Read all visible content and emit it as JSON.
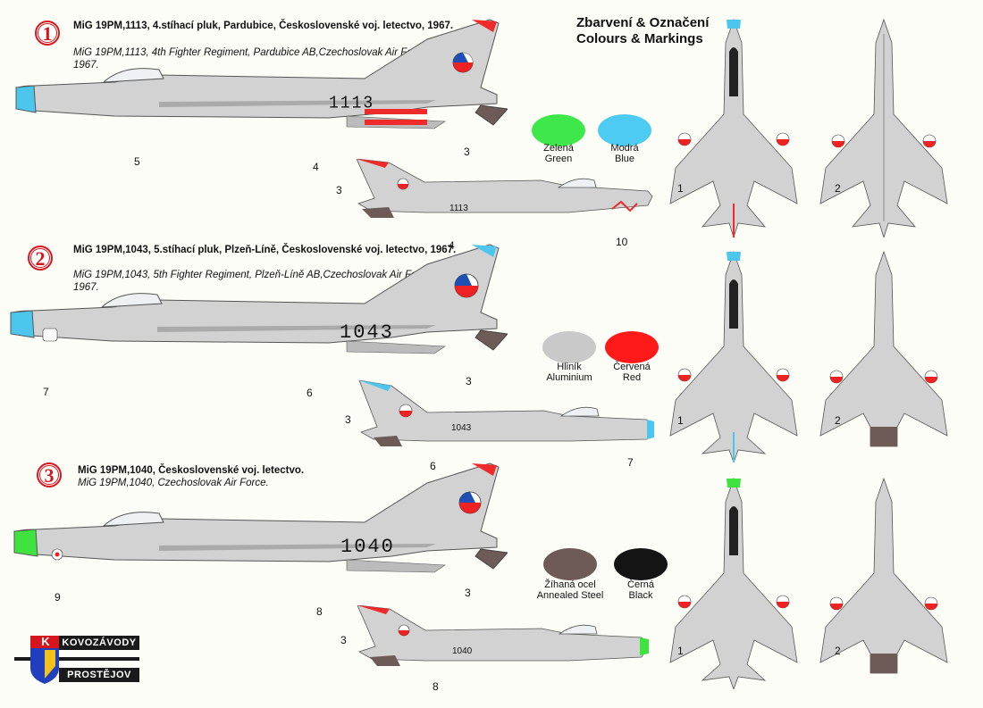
{
  "variants": [
    {
      "badge": "1",
      "title_cz": "MiG 19PM,1113, 4.stíhací pluk, Pardubice, Československé voj. letectvo, 1967.",
      "title_en": "MiG 19PM,1113, 4th Fighter Regiment, Pardubice AB,Czechoslovak Air Force, 1967.",
      "serial": "1113",
      "nose_color": "#4dc6ee",
      "tail_color": "#ef2a2a",
      "side_callouts": [
        "5",
        "4",
        "3"
      ],
      "small_callouts": [
        "3",
        "4",
        "10"
      ],
      "plan_callouts": [
        "1",
        "2"
      ]
    },
    {
      "badge": "2",
      "title_cz": "MiG 19PM,1043, 5.stíhací pluk, Plzeň-Líně, Československé voj. letectvo, 1967.",
      "title_en": "MiG 19PM,1043, 5th Fighter Regiment, Plzeň-Líně AB,Czechoslovak Air Force, 1967.",
      "serial": "1043",
      "nose_color": "#4dc6ee",
      "tail_color": "#4dc6ee",
      "side_callouts": [
        "7",
        "6",
        "3"
      ],
      "small_callouts": [
        "3",
        "6",
        "7"
      ],
      "plan_callouts": [
        "1",
        "2"
      ]
    },
    {
      "badge": "3",
      "title_cz": "MiG 19PM,1040, Československé voj. letectvo.",
      "title_en": "MiG 19PM,1040, Czechoslovak Air Force.",
      "serial": "1040",
      "nose_color": "#3fe23f",
      "tail_color": "#ef2a2a",
      "side_callouts": [
        "9",
        "8",
        "3"
      ],
      "small_callouts": [
        "3",
        "8"
      ],
      "plan_callouts": [
        "1",
        "2"
      ]
    }
  ],
  "legend": {
    "title_cz": "Zbarvení & Označení",
    "title_en": "Colours & Markings",
    "swatches": [
      {
        "cz": "Zelená",
        "en": "Green",
        "color": "#3fe84a"
      },
      {
        "cz": "Modrá",
        "en": "Blue",
        "color": "#4dcbf2"
      },
      {
        "cz": "Hliník",
        "en": "Aluminium",
        "color": "#c9c9c9"
      },
      {
        "cz": "Červená",
        "en": "Red",
        "color": "#ff1a1a"
      },
      {
        "cz": "Žíhaná ocel",
        "en": "Annealed Steel",
        "color": "#6e5a56"
      },
      {
        "cz": "Černá",
        "en": "Black",
        "color": "#141414"
      }
    ]
  },
  "logo": {
    "top": "KOVOZÁVODY",
    "bottom": "PROSTĚJOV",
    "letter": "K"
  }
}
